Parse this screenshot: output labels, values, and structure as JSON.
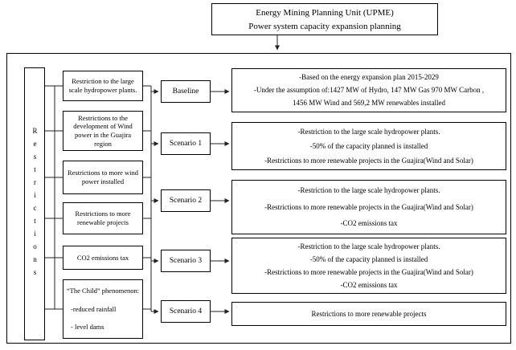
{
  "header": {
    "line1": "Energy Mining Planning Unit (UPME)",
    "line2": "Power system capacity expansion planning"
  },
  "restrictions_label": "Restrictions",
  "restrictions": [
    "Restriction to the large scale hydropower plants.",
    "Restrictions to the development of Wind power in the Guajira region",
    "Restrictions to more wind power installed",
    "Restrictions to more renewable projects",
    "CO2 emissions tax"
  ],
  "el_nino": {
    "line1": "“The Child” phenomenon:",
    "line2": "-reduced rainfall",
    "line3": "- level dams"
  },
  "scenarios": [
    {
      "label": "Baseline",
      "desc": [
        "-Based on the energy expansion plan 2015-2029",
        "-Under the assumption of:1427 MW of Hydro, 147 MW Gas  970 MW  Carbon ,",
        "1456 MW Wind and 569,2 MW renewables installed"
      ]
    },
    {
      "label": "Scenario 1",
      "desc": [
        "-Restriction to the large scale hydropower plants.",
        "-50% of the capacity planned is installed",
        "-Restrictions to more renewable projects in the Guajira(Wind and Solar)"
      ]
    },
    {
      "label": "Scenario 2",
      "desc": [
        "-Restriction to the large scale hydropower plants.",
        "-Restrictions to more renewable projects in the Guajira(Wind and Solar)",
        "-CO2 emissions tax"
      ]
    },
    {
      "label": "Scenario 3",
      "desc": [
        "-Restriction to the large scale hydropower plants.",
        "-50% of the capacity planned is installed",
        "-Restrictions to more renewable projects in the Guajira(Wind and Solar)",
        "-CO2 emissions tax"
      ]
    },
    {
      "label": "Scenario 4",
      "desc": [
        "Restrictions to more renewable projects"
      ]
    }
  ]
}
